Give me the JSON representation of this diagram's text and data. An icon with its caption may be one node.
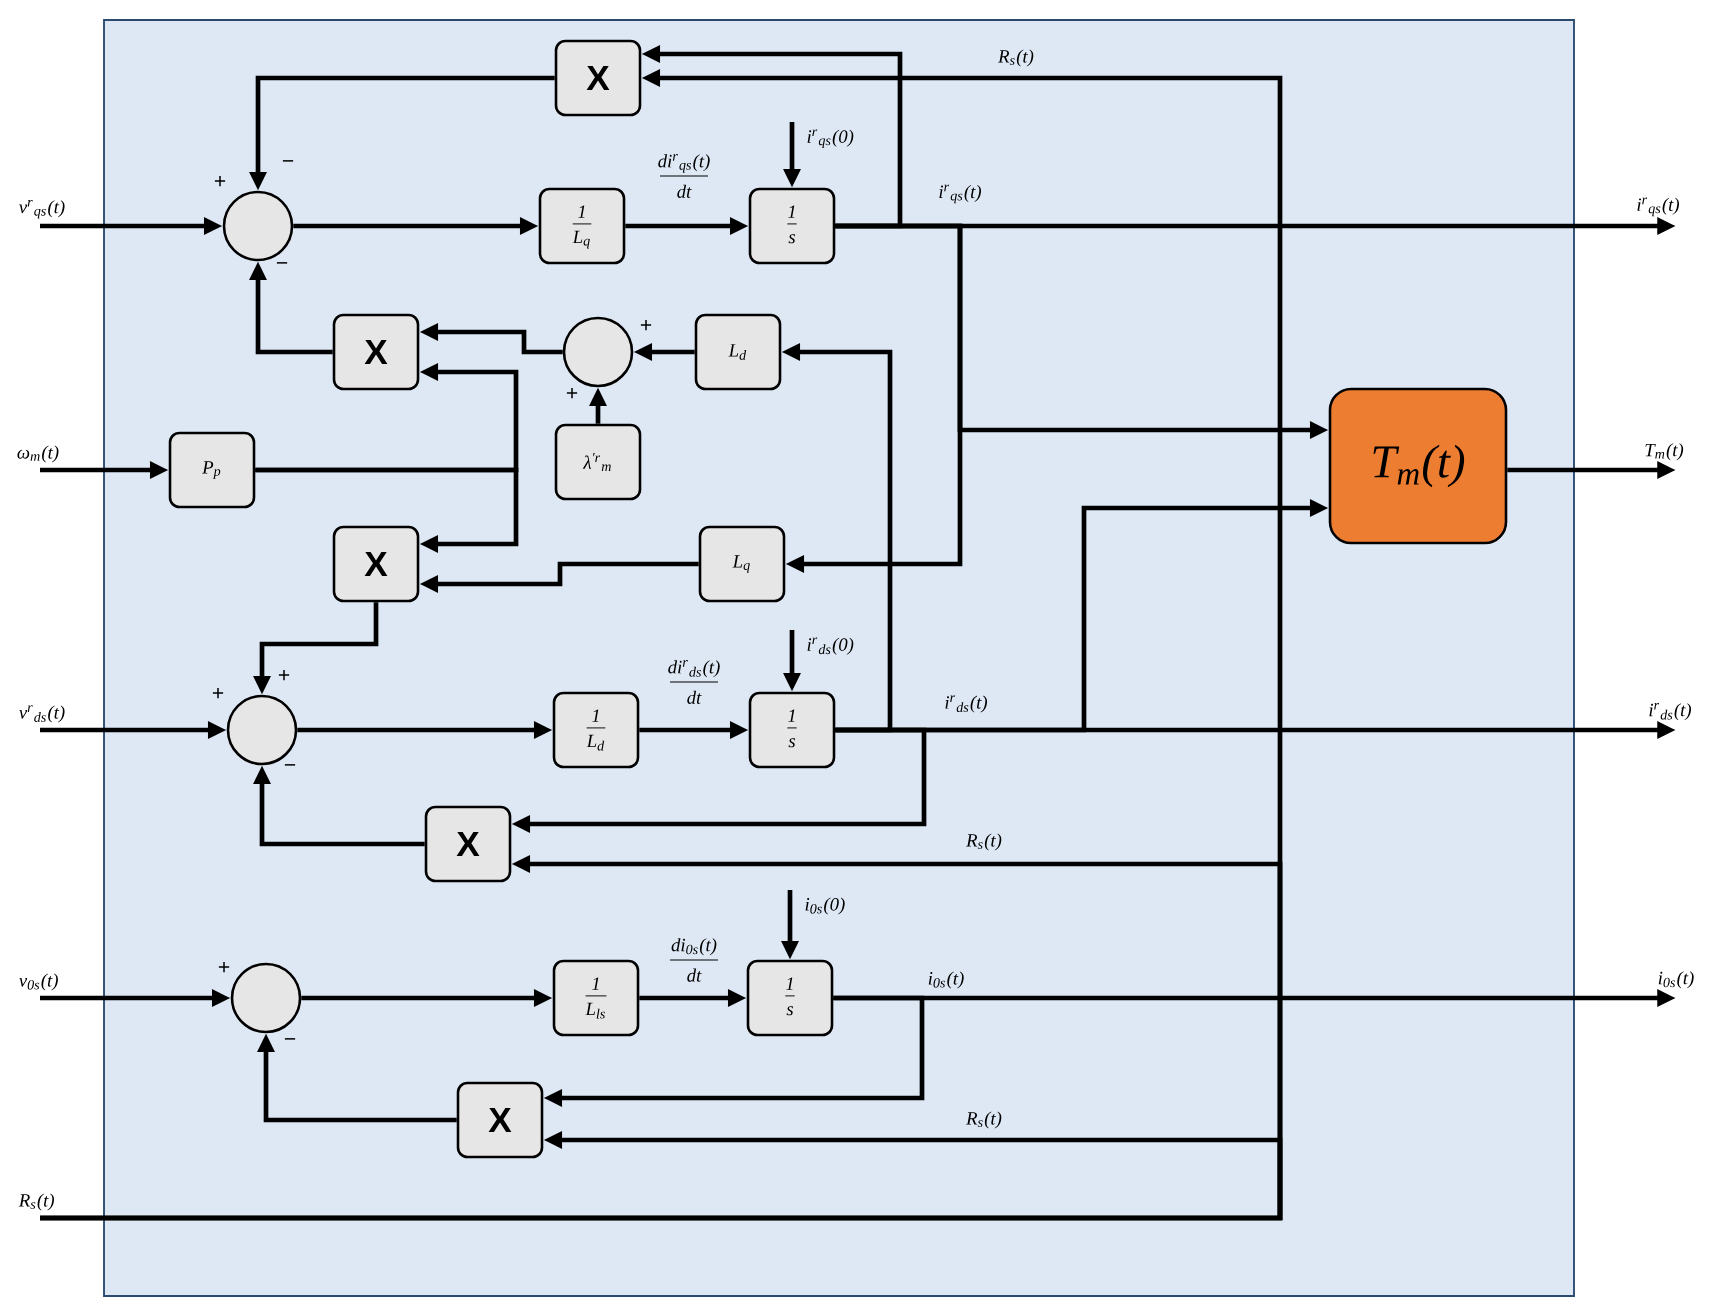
{
  "diagram": {
    "nodes": [
      {
        "text": [
          "v$^{r}$$_{qs}$(t)"
        ]
      },
      {
        "text": [],
        "shape": "circle",
        "beside": [
          "−",
          "+",
          "−"
        ]
      },
      {
        "text": [
          "X"
        ]
      },
      {
        "text": [
          "1",
          "L$_{q}$"
        ]
      },
      {
        "text": [
          "1",
          "s"
        ]
      },
      {
        "text": [
          "i$^{r}$$_{qs}$(0)"
        ]
      },
      {
        "text": [
          "i$^{r}$$_{qs}$(t)"
        ]
      },
      {
        "text": [
          "X"
        ]
      },
      {
        "text": [],
        "shape": "circle",
        "beside": [
          "+",
          "+"
        ]
      },
      {
        "text": [
          "L$_{d}$"
        ]
      },
      {
        "text": [
          "ω$_{m}$(t)"
        ]
      },
      {
        "text": [
          "P$_{p}$"
        ]
      },
      {
        "text": [
          "λ$^{′r}$$_{m}$"
        ]
      },
      {
        "text": [
          "T$_{m}$(t)"
        ]
      },
      {
        "text": [
          "T$_{m}$(t)"
        ]
      },
      {
        "text": [
          "X"
        ]
      },
      {
        "text": [
          "L$_{q}$"
        ]
      },
      {
        "text": [
          "v$^{r}$$_{ds}$(t)"
        ]
      },
      {
        "text": [],
        "shape": "circle",
        "beside": [
          "+",
          "+",
          "−"
        ]
      },
      {
        "text": [
          "1",
          "L$_{d}$"
        ]
      },
      {
        "text": [
          "1",
          "s"
        ]
      },
      {
        "text": [
          "i$^{r}$$_{ds}$(0)"
        ]
      },
      {
        "text": [
          "i$^{r}$$_{ds}$(t)"
        ]
      },
      {
        "text": [
          "X"
        ]
      },
      {
        "text": [
          "v$_{0s}$(t)"
        ]
      },
      {
        "text": [],
        "shape": "circle",
        "beside": [
          "+",
          "−"
        ]
      },
      {
        "text": [
          "1",
          "L$_{ls}$"
        ]
      },
      {
        "text": [
          "1",
          "s"
        ]
      },
      {
        "text": [
          "i$_{0s}$(0)"
        ]
      },
      {
        "text": [
          "i$_{0s}$(t)"
        ]
      },
      {
        "text": [
          "X"
        ]
      },
      {
        "text": [
          "R$_{s}$(t)"
        ]
      }
    ],
    "edges": [
      {
        "from": 0,
        "to": 1,
        "arrow": "to"
      },
      {
        "from": 1,
        "to": 3,
        "arrow": "to"
      },
      {
        "from": 3,
        "to": 4,
        "arrow": "to",
        "label": "di$^{r}$$_{qs}$(t) dt"
      },
      {
        "from": 5,
        "to": 4,
        "arrow": "to"
      },
      {
        "from": 4,
        "to": 6,
        "arrow": "to",
        "label": "i$^{r}$$_{qs}$(t)"
      },
      {
        "from": 4,
        "to": 2,
        "arrow": "to"
      },
      {
        "from": 4,
        "to": 13,
        "arrow": "to"
      },
      {
        "from": 4,
        "to": 16,
        "arrow": "to"
      },
      {
        "from": 2,
        "to": 1,
        "arrow": "to"
      },
      {
        "from": 7,
        "to": 1,
        "arrow": "to"
      },
      {
        "from": 8,
        "to": 7,
        "arrow": "to"
      },
      {
        "from": 9,
        "to": 8,
        "arrow": "to"
      },
      {
        "from": 12,
        "to": 8,
        "arrow": "to"
      },
      {
        "from": 10,
        "to": 11,
        "arrow": "to"
      },
      {
        "from": 11,
        "to": 7,
        "arrow": "to"
      },
      {
        "from": 11,
        "to": 15,
        "arrow": "to"
      },
      {
        "from": 16,
        "to": 15,
        "arrow": "to"
      },
      {
        "from": 15,
        "to": 18,
        "arrow": "to"
      },
      {
        "from": 17,
        "to": 18,
        "arrow": "to"
      },
      {
        "from": 18,
        "to": 19,
        "arrow": "to"
      },
      {
        "from": 19,
        "to": 20,
        "arrow": "to",
        "label": "di$^{r}$$_{ds}$(t) dt"
      },
      {
        "from": 21,
        "to": 20,
        "arrow": "to"
      },
      {
        "from": 20,
        "to": 22,
        "arrow": "to",
        "label": "i$^{r}$$_{ds}$(t)"
      },
      {
        "from": 20,
        "to": 9,
        "arrow": "to"
      },
      {
        "from": 20,
        "to": 23,
        "arrow": "to"
      },
      {
        "from": 20,
        "to": 13,
        "arrow": "to"
      },
      {
        "from": 23,
        "to": 18,
        "arrow": "to"
      },
      {
        "from": 31,
        "to": 2,
        "arrow": "to",
        "label": "R$_{s}$(t)"
      },
      {
        "from": 31,
        "to": 23,
        "arrow": "to",
        "label": "R$_{s}$(t)"
      },
      {
        "from": 31,
        "to": 30,
        "arrow": "to",
        "label": "R$_{s}$(t)"
      },
      {
        "from": 13,
        "to": 14,
        "arrow": "to"
      },
      {
        "from": 24,
        "to": 25,
        "arrow": "to"
      },
      {
        "from": 25,
        "to": 26,
        "arrow": "to"
      },
      {
        "from": 26,
        "to": 27,
        "arrow": "to",
        "label": "di$_{0s}$(t) dt"
      },
      {
        "from": 28,
        "to": 27,
        "arrow": "to"
      },
      {
        "from": 27,
        "to": 29,
        "arrow": "to",
        "label": "i$_{0s}$(t)"
      },
      {
        "from": 27,
        "to": 30,
        "arrow": "to"
      },
      {
        "from": 30,
        "to": 25,
        "arrow": "to"
      }
    ]
  }
}
